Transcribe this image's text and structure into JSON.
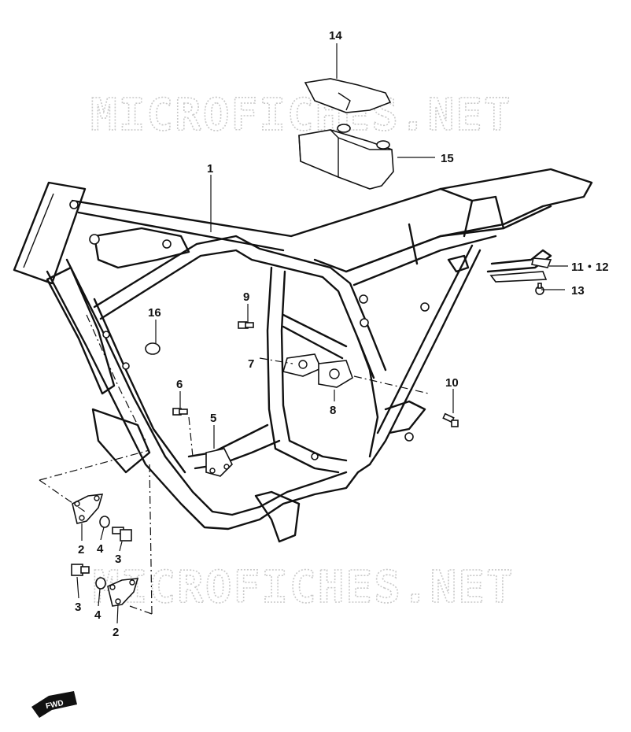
{
  "watermark": "MICROFICHES.NET",
  "fwd_label": "FWD",
  "callouts": {
    "c1": "1",
    "c2a": "2",
    "c2b": "2",
    "c3a": "3",
    "c3b": "3",
    "c4a": "4",
    "c4b": "4",
    "c5": "5",
    "c6": "6",
    "c7": "7",
    "c8": "8",
    "c9": "9",
    "c10": "10",
    "c11_12": "11・12",
    "c13": "13",
    "c14": "14",
    "c15": "15",
    "c16": "16"
  }
}
